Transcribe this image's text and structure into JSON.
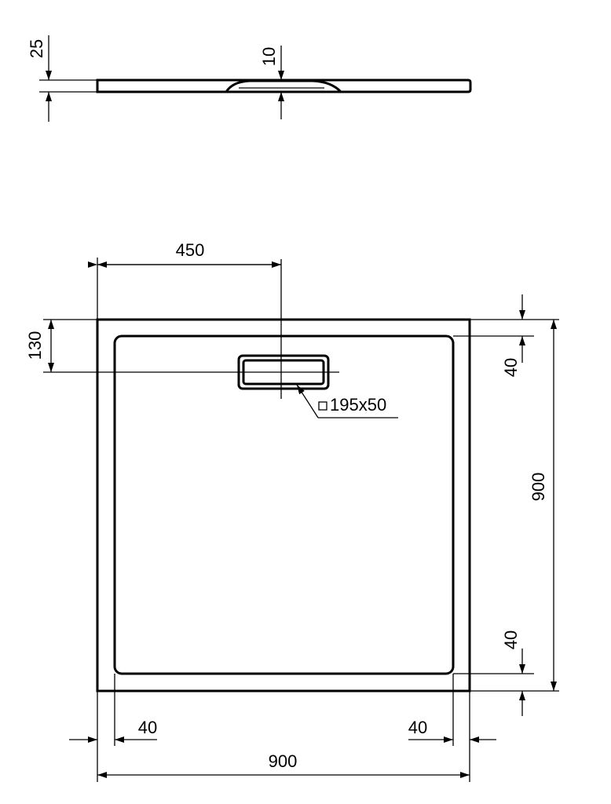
{
  "side_view": {
    "thickness_label": "25",
    "drain_depth_label": "10"
  },
  "plan_view": {
    "drain_offset_x_label": "450",
    "drain_offset_y_label": "130",
    "drain_size_label": "195x50",
    "drain_size_symbol": "square",
    "right_top_rim_label": "40",
    "right_bottom_rim_label": "40",
    "height_label": "900",
    "bottom_left_rim_label": "40",
    "bottom_right_rim_label": "40",
    "width_label": "900"
  }
}
